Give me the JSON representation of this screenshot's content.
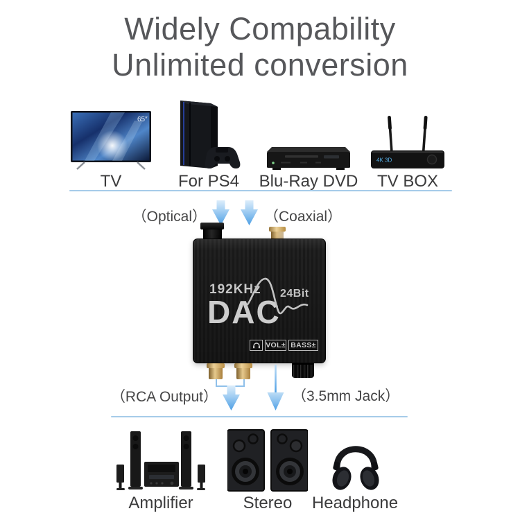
{
  "title": {
    "line1": "Widely Compability",
    "line2": "Unlimited conversion"
  },
  "source_devices": [
    {
      "label": "TV",
      "screen_badge": "65″"
    },
    {
      "label": "For PS4"
    },
    {
      "label": "Blu-Ray DVD"
    },
    {
      "label": "TV BOX",
      "front_text": "4K 3D"
    }
  ],
  "converter": {
    "input_labels": {
      "optical": "（Optical）",
      "coaxial": "（Coaxial）"
    },
    "print": {
      "sample_rate": "192KHz",
      "name": "DAC",
      "bit_depth": "24Bit"
    },
    "badges": {
      "headphone_icon": "headphone-icon",
      "vol": "VOL±",
      "bass": "BASS±"
    },
    "output_labels": {
      "rca": "（RCA Output）",
      "jack": "（3.5mm Jack）"
    }
  },
  "sink_devices": [
    {
      "label": "Amplifier"
    },
    {
      "label": "Stereo"
    },
    {
      "label": "Headphone"
    }
  ],
  "colors": {
    "title_text": "#56575a",
    "label_text": "#3b3b3c",
    "divider_blue": "#a6cbe9",
    "arrow_gradient_top": "#d9ecfb",
    "arrow_gradient_bottom": "#4d9fe4",
    "dac_body": "#1e1e1e",
    "dac_print": "#c6c6c6",
    "gold_connector": "#c9a25f",
    "tvbox_text_blue": "#57b1e8"
  }
}
